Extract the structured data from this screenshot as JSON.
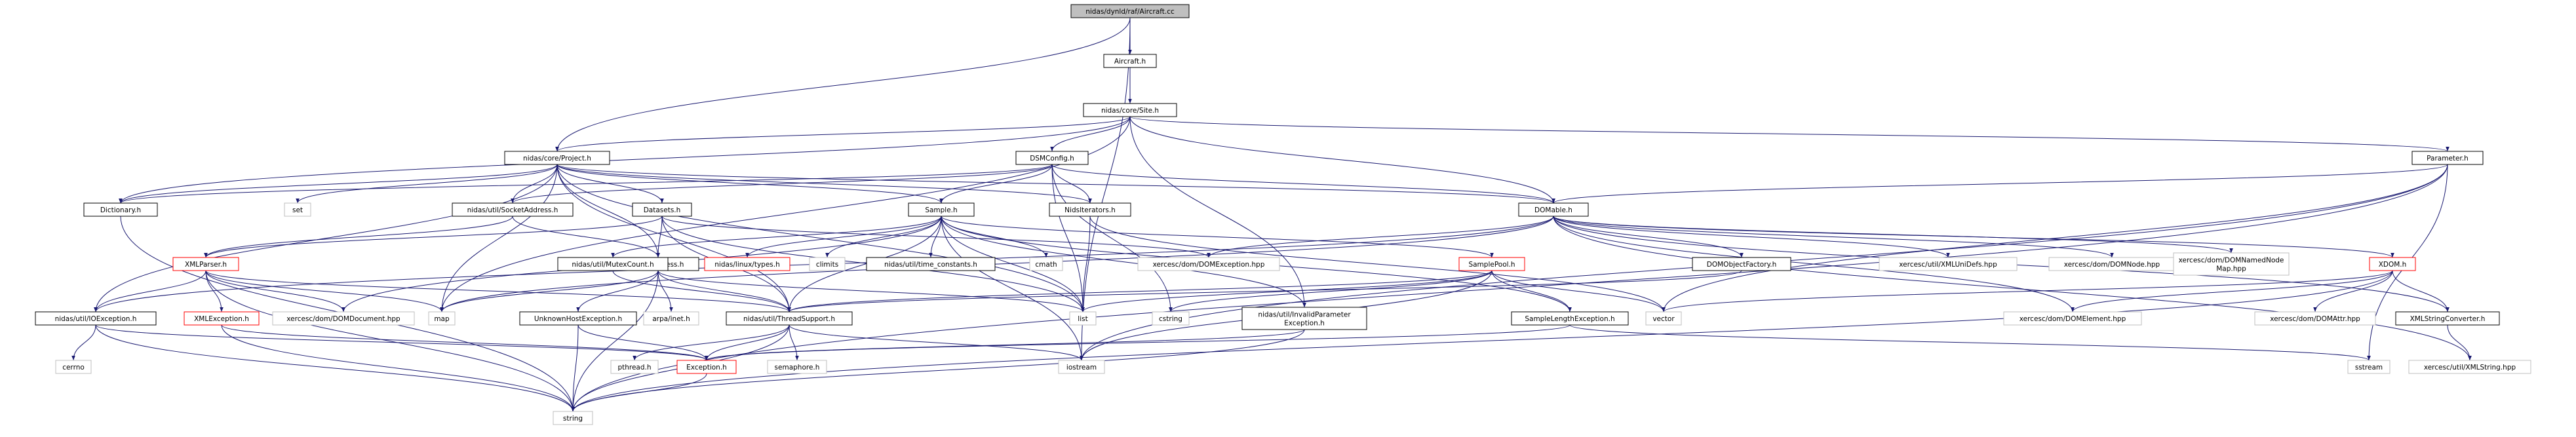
{
  "graph": {
    "root": "nidas/dynld/raf/Aircraft.cc",
    "colors": {
      "edge": "#191970",
      "node_border": "#000000",
      "root_fill": "#bfbfbf",
      "node_fill": "#ffffff",
      "external_border": "#bfbfbf",
      "truncated_border": "#ff0000"
    },
    "nodes": [
      {
        "id": "n0",
        "label": "nidas/dynld/raf/Aircraft.cc",
        "style": "root"
      },
      {
        "id": "n1",
        "label": "Aircraft.h",
        "style": "normal"
      },
      {
        "id": "n2",
        "label": "nidas/core/Site.h",
        "style": "normal"
      },
      {
        "id": "n3",
        "label": "nidas/core/Project.h",
        "style": "normal"
      },
      {
        "id": "n4",
        "label": "DSMConfig.h",
        "style": "normal"
      },
      {
        "id": "n5",
        "label": "Parameter.h",
        "style": "normal"
      },
      {
        "id": "n6",
        "label": "Dictionary.h",
        "style": "normal"
      },
      {
        "id": "n7",
        "label": "set",
        "style": "external"
      },
      {
        "id": "n8",
        "label": "nidas/util/SocketAddress.h",
        "style": "normal"
      },
      {
        "id": "n9",
        "label": "Datasets.h",
        "style": "normal"
      },
      {
        "id": "n10",
        "label": "Sample.h",
        "style": "normal"
      },
      {
        "id": "n11",
        "label": "NidsIterators.h",
        "style": "normal"
      },
      {
        "id": "n12",
        "label": "DOMable.h",
        "style": "normal"
      },
      {
        "id": "n13",
        "label": "XMLParser.h",
        "style": "truncated"
      },
      {
        "id": "n14",
        "label": "Inet4Address.h",
        "style": "normal"
      },
      {
        "id": "n15",
        "label": "nidas/util/MutexCount.h",
        "style": "normal"
      },
      {
        "id": "n16",
        "label": "nidas/linux/types.h",
        "style": "truncated"
      },
      {
        "id": "n17",
        "label": "climits",
        "style": "external"
      },
      {
        "id": "n18",
        "label": "nidas/util/time_constants.h",
        "style": "normal"
      },
      {
        "id": "n19",
        "label": "cmath",
        "style": "external"
      },
      {
        "id": "n20",
        "label": "xercesc/dom/DOMException.hpp",
        "style": "external"
      },
      {
        "id": "n21",
        "label": "SamplePool.h",
        "style": "truncated"
      },
      {
        "id": "n22",
        "label": "DOMObjectFactory.h",
        "style": "normal"
      },
      {
        "id": "n23",
        "label": "xercesc/util/XMLUniDefs.hpp",
        "style": "external"
      },
      {
        "id": "n24",
        "label": "xercesc/dom/DOMNode.hpp",
        "style": "external"
      },
      {
        "id": "n25",
        "label": "xercesc/dom/DOMNamedNode\nMap.hpp",
        "style": "external"
      },
      {
        "id": "n26",
        "label": "XDOM.h",
        "style": "truncated"
      },
      {
        "id": "n27",
        "label": "nidas/util/IOException.h",
        "style": "normal"
      },
      {
        "id": "n28",
        "label": "XMLException.h",
        "style": "truncated"
      },
      {
        "id": "n29",
        "label": "xercesc/dom/DOMDocument.hpp",
        "style": "external"
      },
      {
        "id": "n30",
        "label": "map",
        "style": "external"
      },
      {
        "id": "n31",
        "label": "UnknownHostException.h",
        "style": "normal"
      },
      {
        "id": "n32",
        "label": "arpa/inet.h",
        "style": "external"
      },
      {
        "id": "n33",
        "label": "nidas/util/ThreadSupport.h",
        "style": "normal"
      },
      {
        "id": "n34",
        "label": "list",
        "style": "external"
      },
      {
        "id": "n35",
        "label": "nidas/util/InvalidParameter\nException.h",
        "style": "normal"
      },
      {
        "id": "n36",
        "label": "cstring",
        "style": "external"
      },
      {
        "id": "n37",
        "label": "SampleLengthException.h",
        "style": "normal"
      },
      {
        "id": "n38",
        "label": "vector",
        "style": "external"
      },
      {
        "id": "n39",
        "label": "xercesc/dom/DOMElement.hpp",
        "style": "external"
      },
      {
        "id": "n40",
        "label": "xercesc/dom/DOMAttr.hpp",
        "style": "external"
      },
      {
        "id": "n41",
        "label": "XMLStringConverter.h",
        "style": "normal"
      },
      {
        "id": "n42",
        "label": "cerrno",
        "style": "external"
      },
      {
        "id": "n43",
        "label": "pthread.h",
        "style": "external"
      },
      {
        "id": "n44",
        "label": "Exception.h",
        "style": "truncated"
      },
      {
        "id": "n45",
        "label": "semaphore.h",
        "style": "external"
      },
      {
        "id": "n46",
        "label": "iostream",
        "style": "external"
      },
      {
        "id": "n47",
        "label": "sstream",
        "style": "external"
      },
      {
        "id": "n48",
        "label": "xercesc/util/XMLString.hpp",
        "style": "external"
      },
      {
        "id": "n49",
        "label": "string",
        "style": "external"
      }
    ],
    "edges": [
      [
        "n0",
        "n1"
      ],
      [
        "n0",
        "n3"
      ],
      [
        "n0",
        "n46"
      ],
      [
        "n1",
        "n2"
      ],
      [
        "n2",
        "n3"
      ],
      [
        "n2",
        "n4"
      ],
      [
        "n2",
        "n5"
      ],
      [
        "n2",
        "n6"
      ],
      [
        "n2",
        "n12"
      ],
      [
        "n2",
        "n35"
      ],
      [
        "n2",
        "n30"
      ],
      [
        "n3",
        "n6"
      ],
      [
        "n3",
        "n7"
      ],
      [
        "n3",
        "n8"
      ],
      [
        "n3",
        "n9"
      ],
      [
        "n3",
        "n10"
      ],
      [
        "n3",
        "n11"
      ],
      [
        "n3",
        "n12"
      ],
      [
        "n3",
        "n14"
      ],
      [
        "n3",
        "n27"
      ],
      [
        "n3",
        "n30"
      ],
      [
        "n3",
        "n33"
      ],
      [
        "n3",
        "n34"
      ],
      [
        "n4",
        "n6"
      ],
      [
        "n4",
        "n8"
      ],
      [
        "n4",
        "n10"
      ],
      [
        "n4",
        "n11"
      ],
      [
        "n4",
        "n12"
      ],
      [
        "n4",
        "n34"
      ],
      [
        "n4",
        "n36"
      ],
      [
        "n5",
        "n12"
      ],
      [
        "n5",
        "n46"
      ],
      [
        "n5",
        "n47"
      ],
      [
        "n5",
        "n49"
      ],
      [
        "n5",
        "n38"
      ],
      [
        "n6",
        "n49"
      ],
      [
        "n8",
        "n14"
      ],
      [
        "n8",
        "n13"
      ],
      [
        "n9",
        "n13"
      ],
      [
        "n9",
        "n14"
      ],
      [
        "n9",
        "n20"
      ],
      [
        "n9",
        "n33"
      ],
      [
        "n9",
        "n34"
      ],
      [
        "n10",
        "n15"
      ],
      [
        "n10",
        "n16"
      ],
      [
        "n10",
        "n17"
      ],
      [
        "n10",
        "n18"
      ],
      [
        "n10",
        "n19"
      ],
      [
        "n10",
        "n21"
      ],
      [
        "n10",
        "n33"
      ],
      [
        "n10",
        "n29"
      ],
      [
        "n10",
        "n35"
      ],
      [
        "n10",
        "n37"
      ],
      [
        "n10",
        "n46"
      ],
      [
        "n10",
        "n34"
      ],
      [
        "n11",
        "n34"
      ],
      [
        "n11",
        "n38"
      ],
      [
        "n12",
        "n20"
      ],
      [
        "n12",
        "n22"
      ],
      [
        "n12",
        "n23"
      ],
      [
        "n12",
        "n24"
      ],
      [
        "n12",
        "n25"
      ],
      [
        "n12",
        "n26"
      ],
      [
        "n12",
        "n30"
      ],
      [
        "n12",
        "n39"
      ],
      [
        "n12",
        "n41"
      ],
      [
        "n12",
        "n48"
      ],
      [
        "n12",
        "n27"
      ],
      [
        "n13",
        "n27"
      ],
      [
        "n13",
        "n28"
      ],
      [
        "n13",
        "n29"
      ],
      [
        "n13",
        "n30"
      ],
      [
        "n13",
        "n49"
      ],
      [
        "n13",
        "n33"
      ],
      [
        "n14",
        "n30"
      ],
      [
        "n14",
        "n31"
      ],
      [
        "n14",
        "n32"
      ],
      [
        "n14",
        "n33"
      ],
      [
        "n14",
        "n34"
      ],
      [
        "n14",
        "n49"
      ],
      [
        "n15",
        "n33"
      ],
      [
        "n21",
        "n33"
      ],
      [
        "n21",
        "n34"
      ],
      [
        "n21",
        "n36"
      ],
      [
        "n21",
        "n37"
      ],
      [
        "n21",
        "n38"
      ],
      [
        "n21",
        "n46"
      ],
      [
        "n22",
        "n33"
      ],
      [
        "n26",
        "n39"
      ],
      [
        "n26",
        "n40"
      ],
      [
        "n26",
        "n41"
      ],
      [
        "n26",
        "n49"
      ],
      [
        "n26",
        "n38"
      ],
      [
        "n27",
        "n42"
      ],
      [
        "n27",
        "n44"
      ],
      [
        "n27",
        "n49"
      ],
      [
        "n28",
        "n44"
      ],
      [
        "n28",
        "n49"
      ],
      [
        "n31",
        "n44"
      ],
      [
        "n31",
        "n49"
      ],
      [
        "n33",
        "n43"
      ],
      [
        "n33",
        "n44"
      ],
      [
        "n33",
        "n45"
      ],
      [
        "n33",
        "n46"
      ],
      [
        "n33",
        "n49"
      ],
      [
        "n35",
        "n44"
      ],
      [
        "n35",
        "n49"
      ],
      [
        "n37",
        "n44"
      ],
      [
        "n37",
        "n47"
      ],
      [
        "n41",
        "n48"
      ],
      [
        "n44",
        "n49"
      ]
    ]
  }
}
